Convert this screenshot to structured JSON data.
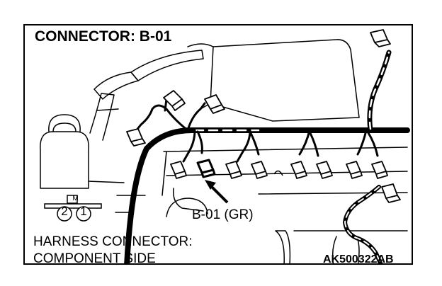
{
  "diagram": {
    "title": "CONNECTOR: B-01",
    "callout": "B-01 (GR)",
    "harness_line1": "HARNESS CONNECTOR:",
    "harness_line2": "COMPONENT SIDE",
    "code": "AK500322AB",
    "pins": {
      "marker": "M",
      "left": "2",
      "right": "1"
    }
  }
}
